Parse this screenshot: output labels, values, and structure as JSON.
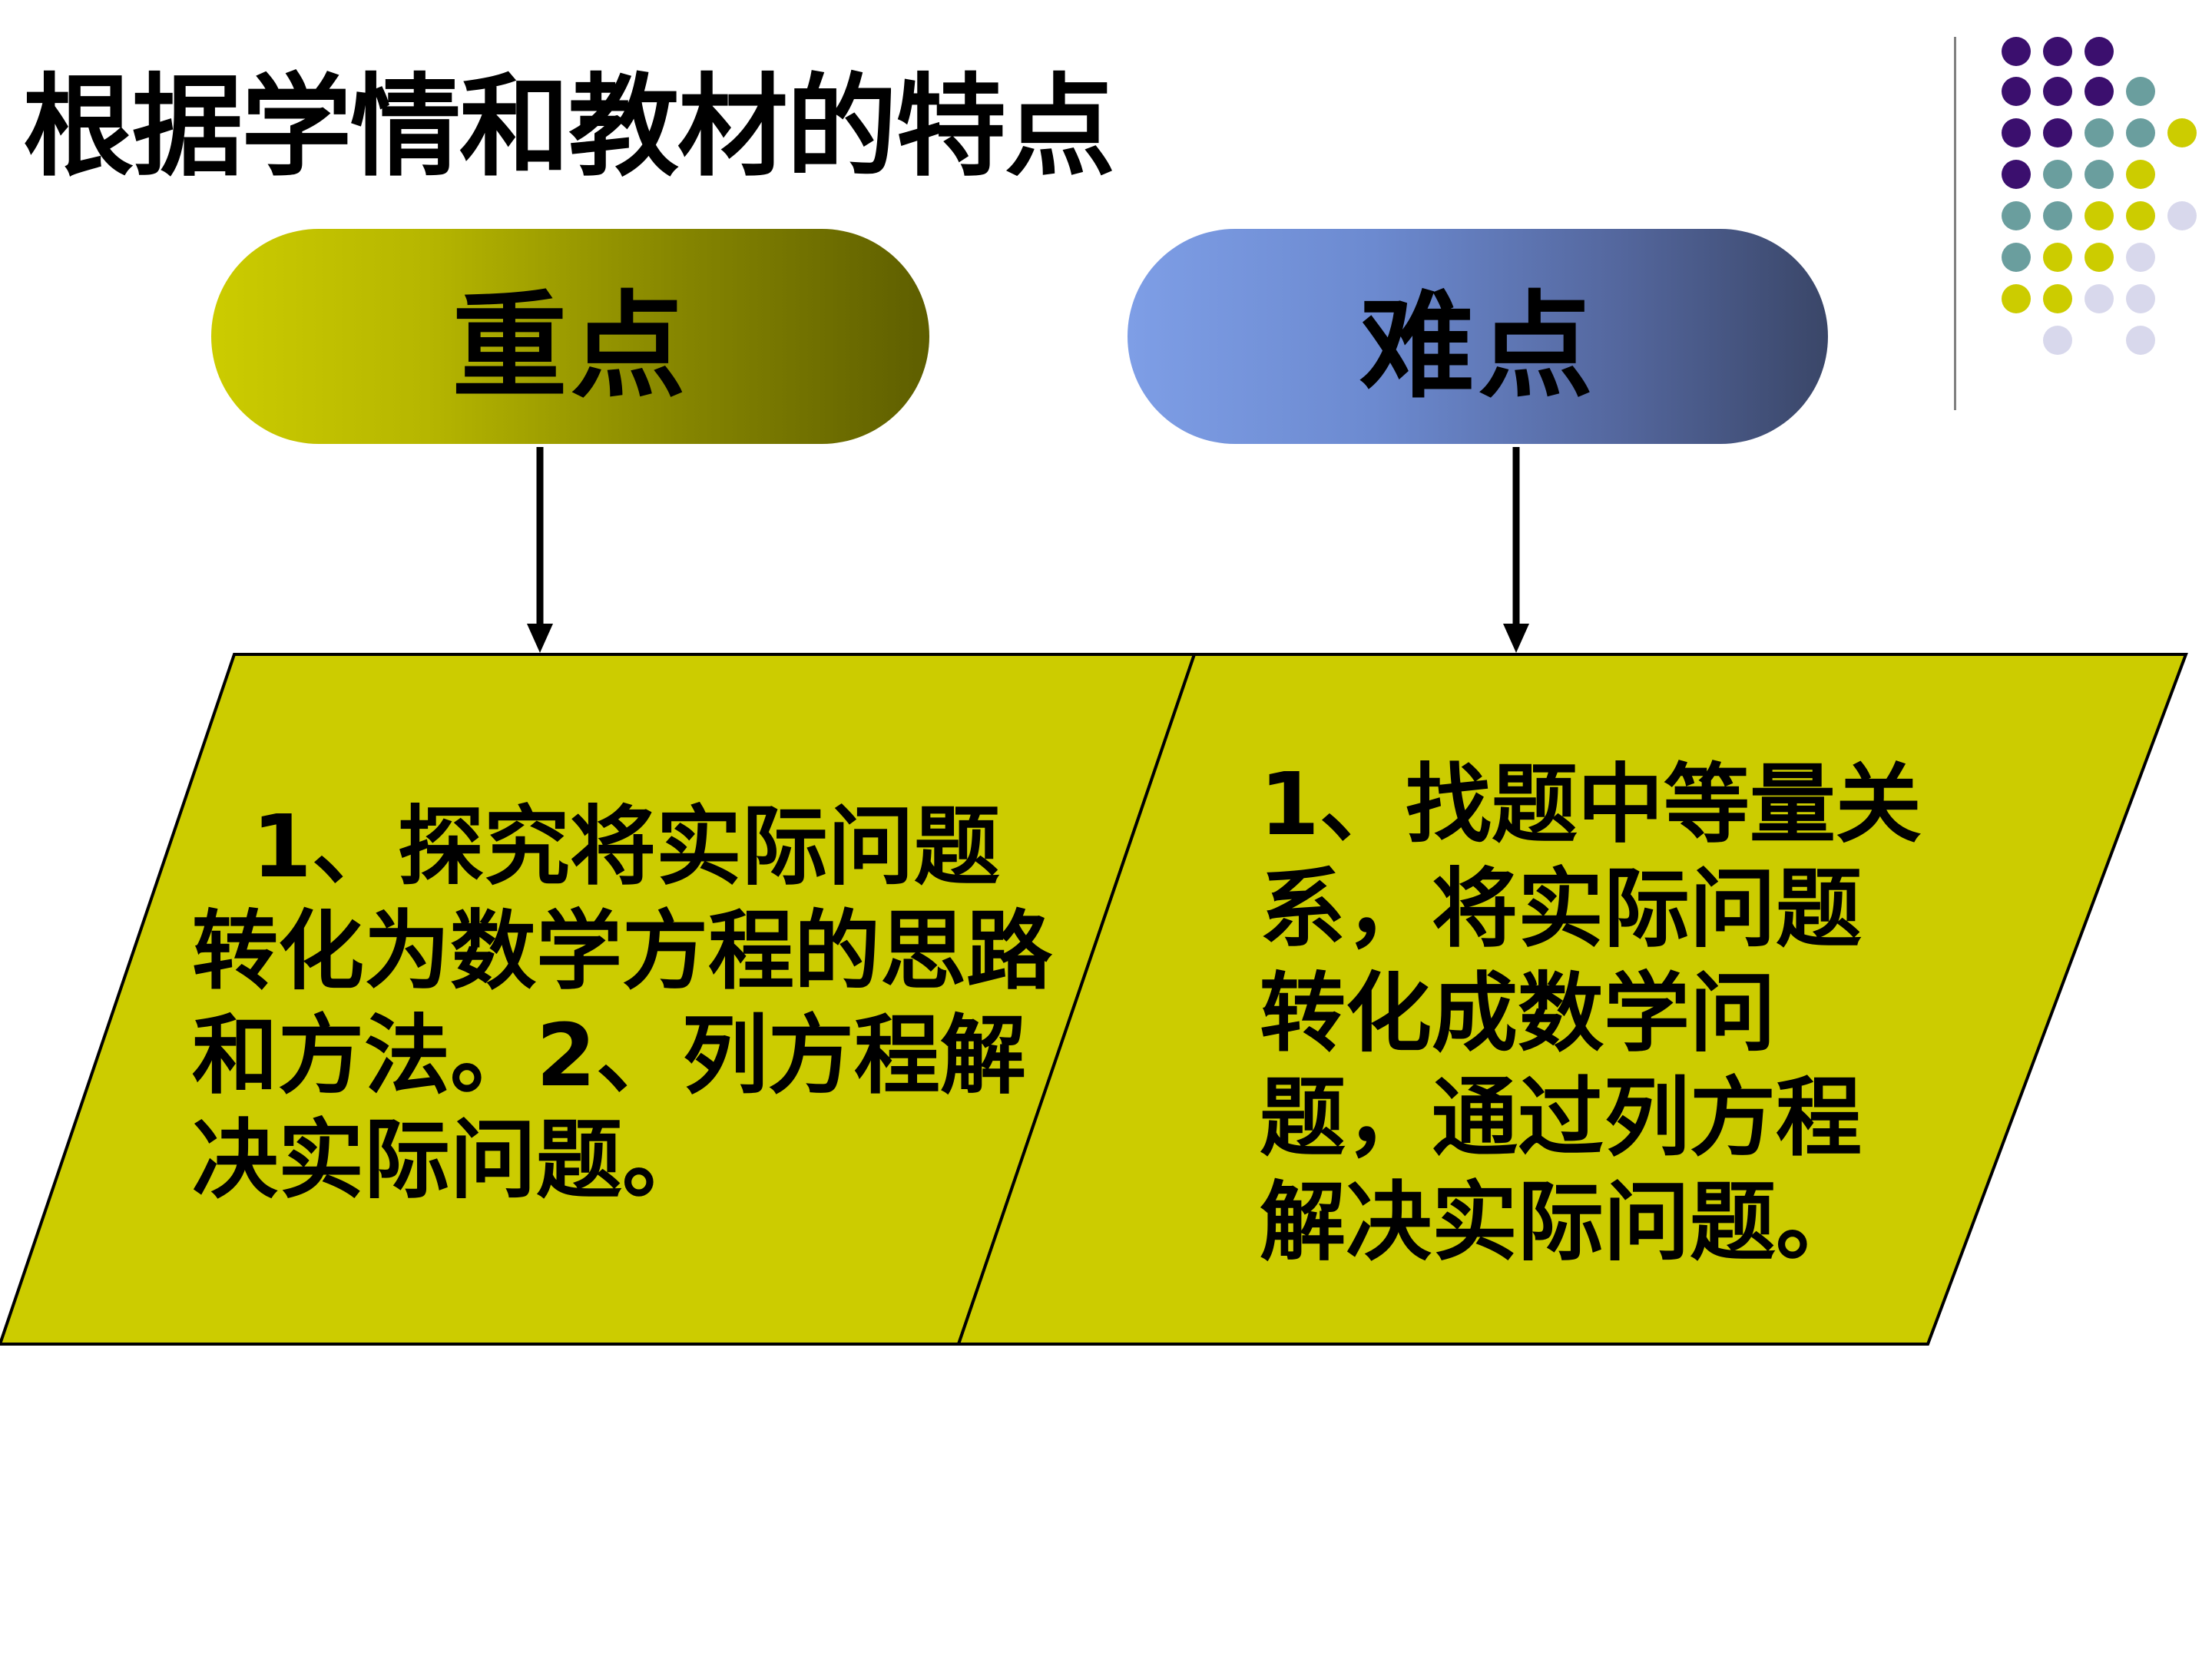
{
  "slide": {
    "title": "根据学情和教材的特点",
    "key_point": {
      "label": "重点",
      "description": "  1、探究将实际问题转化为数学方程的思路和方法。2、列方程解决实际问题。"
    },
    "difficult_point": {
      "label": "难点",
      "description": "1、找题中等量关系，将实际问题转化成数学问题，通过列方程解决实际问题。"
    }
  },
  "colors": {
    "olive": "#cccc00",
    "purple": "#3b0f6e",
    "teal": "#6a9e9e",
    "lavender": "#d8d8ec",
    "blue_start": "#7e9ee6",
    "blue_end": "#3a4668"
  },
  "decoration": {
    "dot_grid_rows": [
      [
        "purple",
        "purple",
        "purple",
        "",
        "",
        ""
      ],
      [
        "purple",
        "purple",
        "purple",
        "teal",
        "",
        ""
      ],
      [
        "purple",
        "purple",
        "teal",
        "teal",
        "olive",
        ""
      ],
      [
        "purple",
        "teal",
        "teal",
        "olive",
        "",
        ""
      ],
      [
        "teal",
        "teal",
        "olive",
        "olive",
        "lavender",
        ""
      ],
      [
        "teal",
        "olive",
        "olive",
        "lavender",
        "",
        ""
      ],
      [
        "olive",
        "olive",
        "lavender",
        "lavender",
        "",
        ""
      ],
      [
        "",
        "lavender",
        "",
        "lavender",
        "",
        ""
      ]
    ]
  }
}
